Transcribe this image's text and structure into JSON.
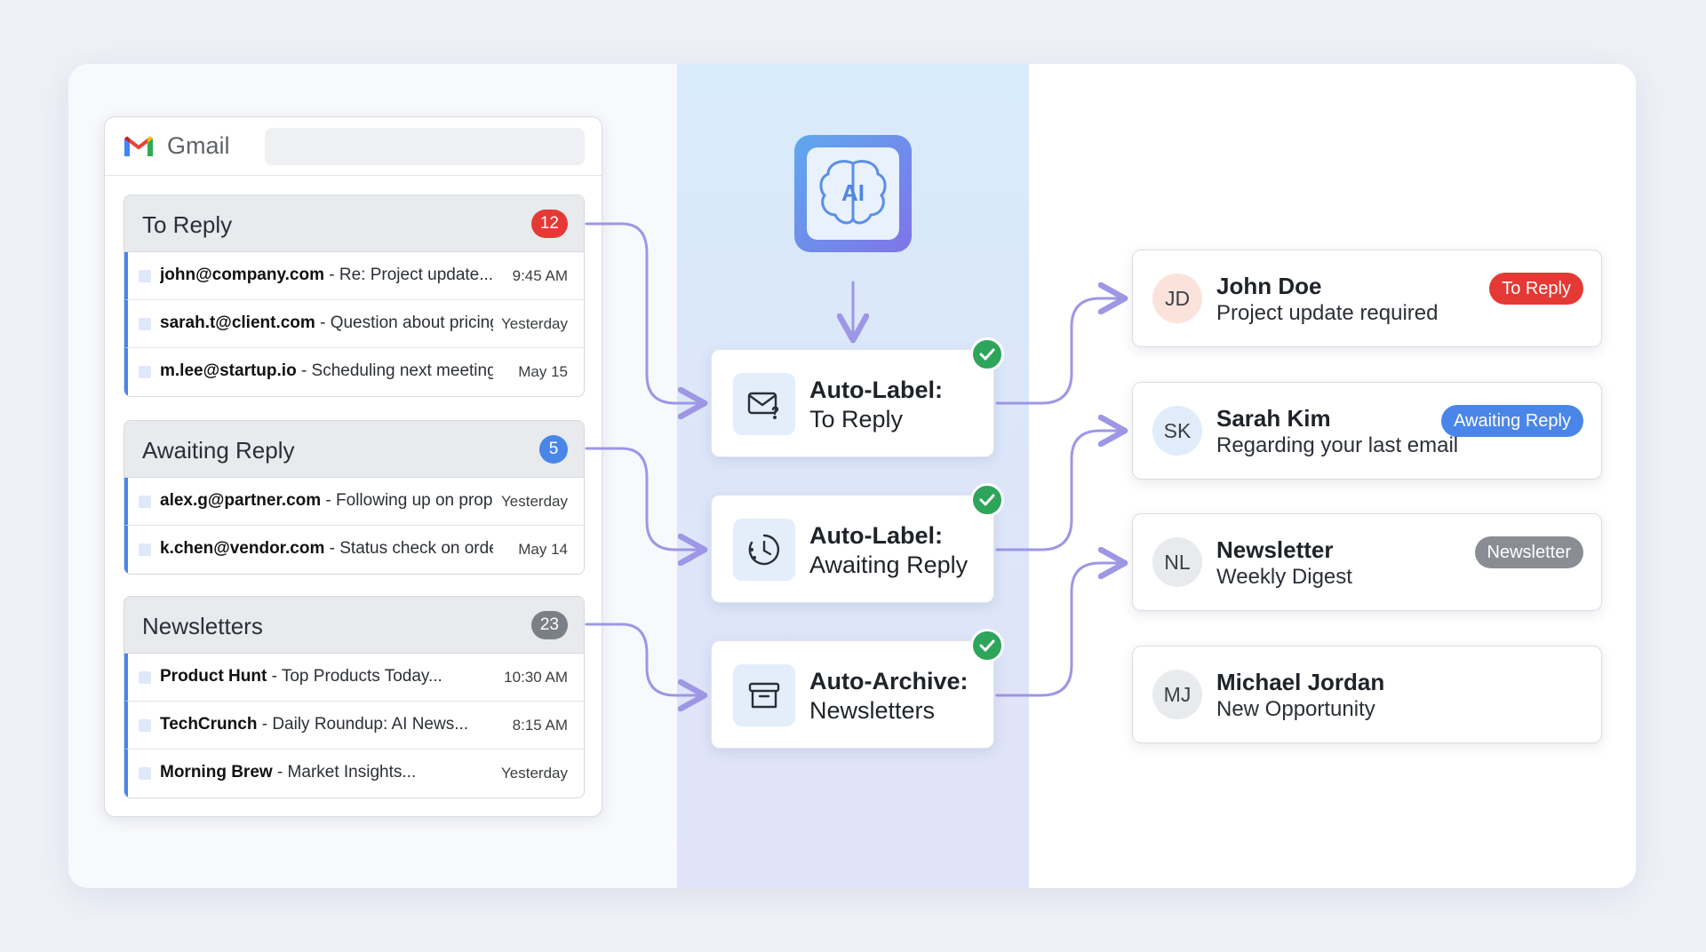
{
  "gmail": {
    "app_name": "Gmail",
    "search_placeholder": "",
    "groups": [
      {
        "title": "To Reply",
        "count": "12",
        "badge_color": "#e53935",
        "rows": [
          {
            "sender": "john@company.com",
            "subject": " - Re: Project update...",
            "time": "9:45 AM"
          },
          {
            "sender": "sarah.t@client.com",
            "subject": " - Question about pricing...",
            "time": "Yesterday"
          },
          {
            "sender": "m.lee@startup.io",
            "subject": " - Scheduling next meeting...",
            "time": "May 15"
          }
        ]
      },
      {
        "title": "Awaiting Reply",
        "count": "5",
        "badge_color": "#4a86e8",
        "rows": [
          {
            "sender": "alex.g@partner.com",
            "subject": " - Following up on propo...",
            "time": "Yesterday"
          },
          {
            "sender": "k.chen@vendor.com",
            "subject": " - Status check on order...",
            "time": "May 14"
          }
        ]
      },
      {
        "title": "Newsletters",
        "count": "23",
        "badge_color": "#7b7f86",
        "rows": [
          {
            "sender": "Product Hunt",
            "subject": " - Top Products Today...",
            "time": "10:30 AM"
          },
          {
            "sender": "TechCrunch",
            "subject": " - Daily Roundup: AI News...",
            "time": "8:15 AM"
          },
          {
            "sender": "Morning Brew",
            "subject": " - Market Insights...",
            "time": "Yesterday"
          }
        ]
      }
    ]
  },
  "ai_chip": {
    "label": "AI",
    "icon": "brain-chip-icon"
  },
  "actions": [
    {
      "title": "Auto-Label:",
      "subtitle": "To Reply",
      "icon": "mail-question-icon"
    },
    {
      "title": "Auto-Label:",
      "subtitle": "Awaiting Reply",
      "icon": "clock-icon"
    },
    {
      "title": "Auto-Archive:",
      "subtitle": "Newsletters",
      "icon": "archive-box-icon"
    }
  ],
  "results": [
    {
      "initials": "JD",
      "name": "John Doe",
      "subtitle": "Project update required",
      "badge": "To Reply",
      "badge_color": "#e53935",
      "avatar_color": "#fbe3dc"
    },
    {
      "initials": "SK",
      "name": "Sarah Kim",
      "subtitle": "Regarding your last email",
      "badge": "Awaiting Reply",
      "badge_color": "#4a86e8",
      "avatar_color": "#e1ecfa"
    },
    {
      "initials": "NL",
      "name": "Newsletter",
      "subtitle": "Weekly Digest",
      "badge": "Newsletter",
      "badge_color": "#8a8d93",
      "avatar_color": "#e8eaed"
    },
    {
      "initials": "MJ",
      "name": "Michael Jordan",
      "subtitle": "New Opportunity",
      "badge": "",
      "badge_color": "",
      "avatar_color": "#e8eaed"
    }
  ],
  "colors": {
    "connector": "#9d97e6",
    "check": "#2ea55a",
    "accent": "#4a86e8"
  }
}
